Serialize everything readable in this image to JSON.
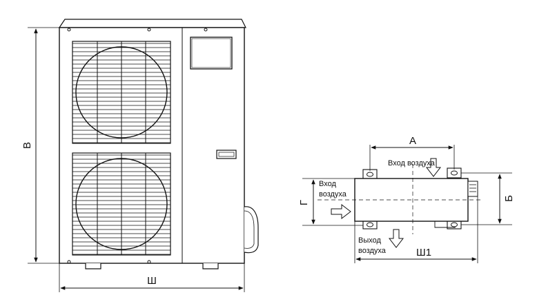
{
  "front_view": {
    "height_label": "В",
    "width_label": "Ш"
  },
  "top_view": {
    "dim_a": "А",
    "dim_b": "Б",
    "dim_g": "Г",
    "dim_w1": "Ш1",
    "air_in_top": "Вход воздуха",
    "air_in_left_line1": "Вход",
    "air_in_left_line2": "воздуха",
    "air_out_line1": "Выход",
    "air_out_line2": "воздуха"
  }
}
